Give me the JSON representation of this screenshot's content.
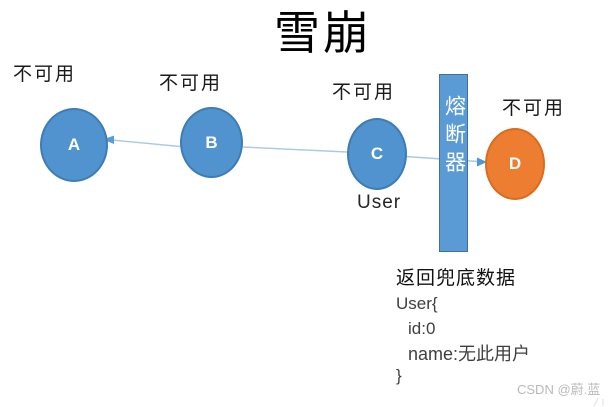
{
  "title": "雪崩",
  "nodes": {
    "a": {
      "label": "A",
      "status": "不可用"
    },
    "b": {
      "label": "B",
      "status": "不可用"
    },
    "c": {
      "label": "C",
      "status": "不可用",
      "caption": "User"
    },
    "d": {
      "label": "D",
      "status": "不可用"
    }
  },
  "breaker": {
    "label": "熔断器"
  },
  "fallback": {
    "heading": "返回兜底数据",
    "code": [
      "User{",
      "id:0",
      "name:无此用户",
      "}"
    ]
  },
  "watermark": "CSDN @蔚.蓝",
  "colors": {
    "node_blue": "#5093CE",
    "node_blue_border": "#3D7CB4",
    "node_orange": "#ED7D31",
    "node_orange_border": "#DB6B1F",
    "breaker_fill": "#5B9BD5",
    "breaker_border": "#41719C",
    "arrow_line": "#A9C9E8",
    "arrow_head": "#5B9BD5",
    "watermark_gray": "#b9b9b9"
  }
}
